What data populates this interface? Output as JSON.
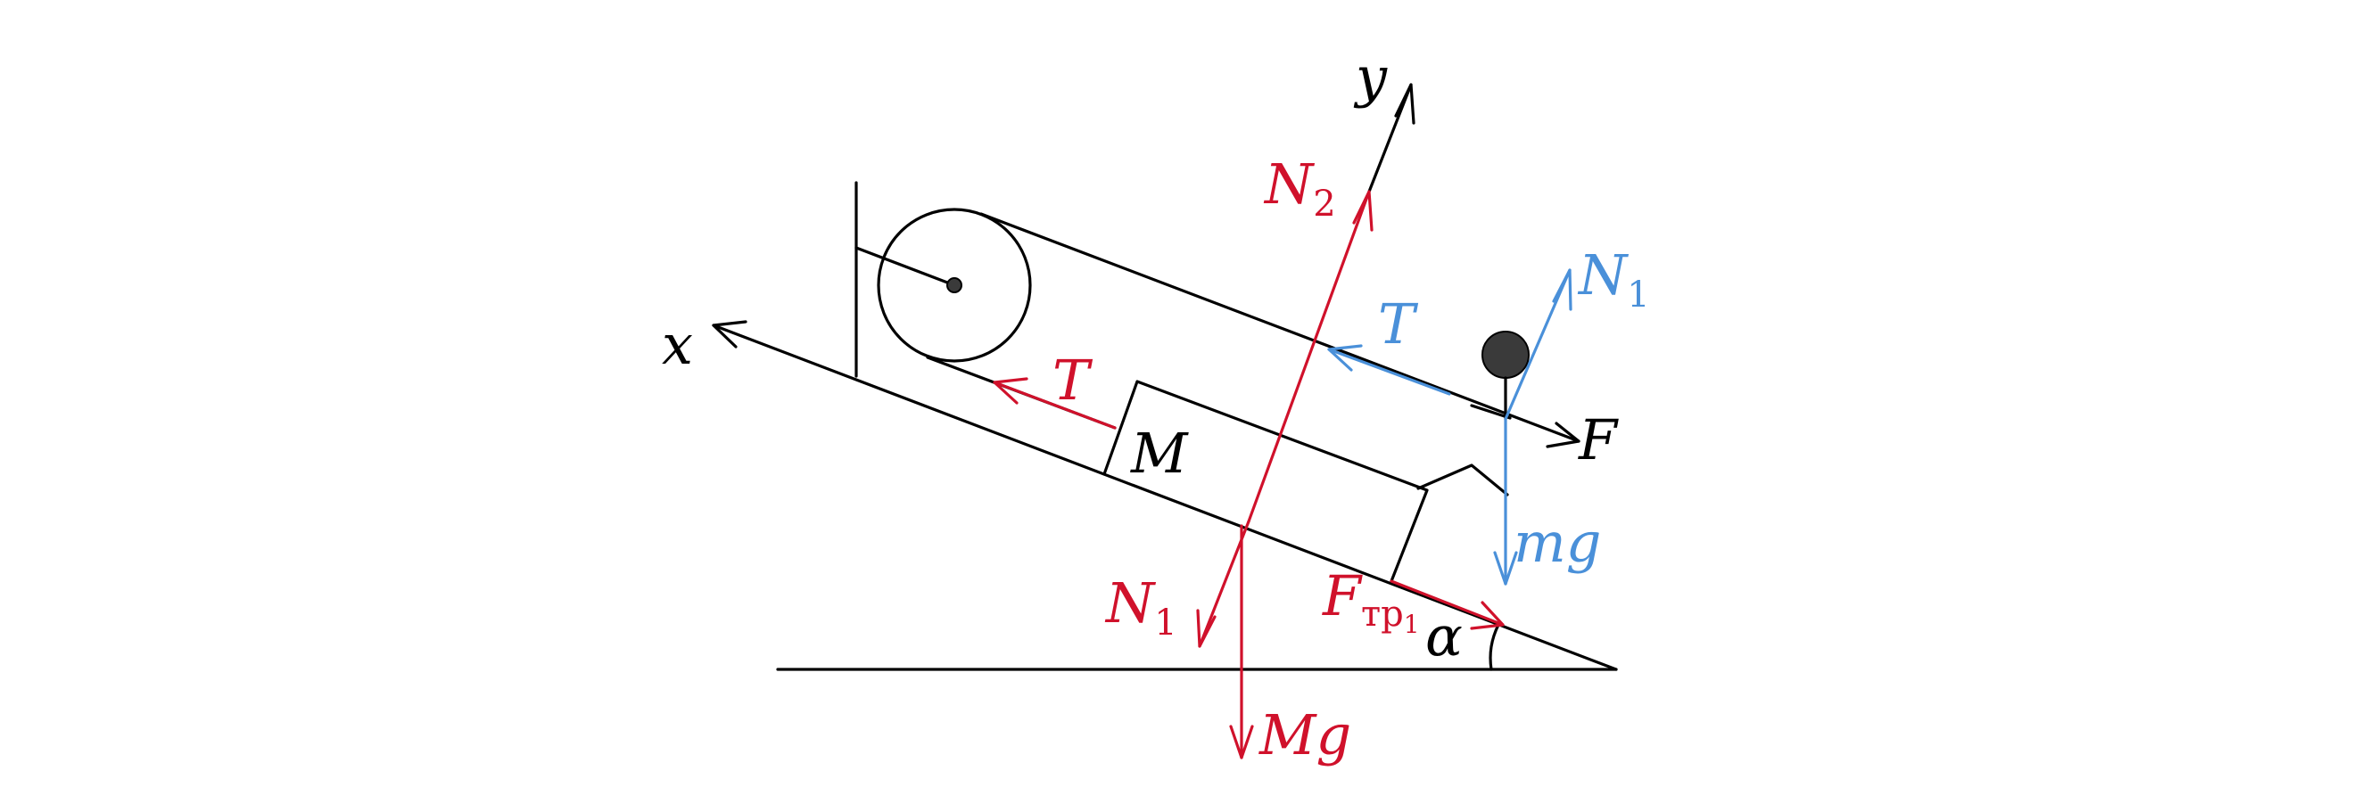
{
  "colors": {
    "ink": "#000000",
    "red_forces": "#d0112b",
    "blue_forces": "#4a90d9"
  },
  "axes": {
    "x_label": "x",
    "y_label": "y"
  },
  "bodies": {
    "block_label": "M"
  },
  "forces_red": {
    "N2": {
      "base": "N",
      "sub": "2"
    },
    "T": "T",
    "N1": {
      "base": "N",
      "sub": "1"
    },
    "Mg": "Mg",
    "Ftr": {
      "base": "F",
      "sub": "тр",
      "subsub": "1"
    }
  },
  "forces_blue": {
    "T": "T",
    "N1": {
      "base": "N",
      "sub": "1"
    },
    "mg": "mg"
  },
  "forces_black": {
    "F": "F"
  },
  "angle_label": "α"
}
